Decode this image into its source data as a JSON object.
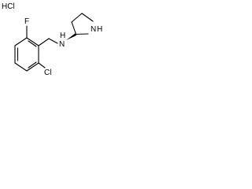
{
  "molecule": {
    "salt": "HCl",
    "atoms": {
      "fluorine": "F",
      "chlorine": "Cl",
      "amine_nitrogen": "N",
      "amine_hydrogen": "H",
      "ring_nitrogen": "N",
      "ring_hydrogen": "H"
    }
  }
}
